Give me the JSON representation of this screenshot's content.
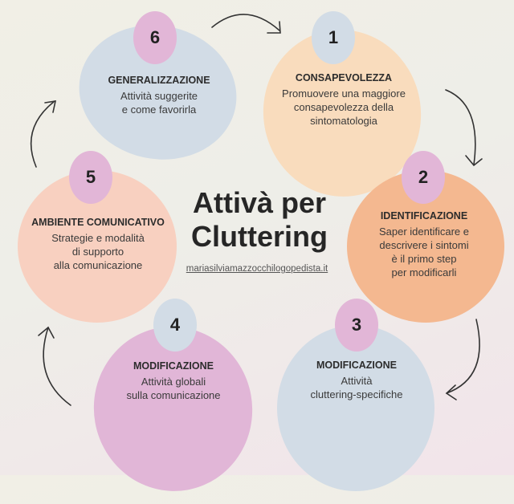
{
  "title": "Attivà per Cluttering",
  "link": "mariasilviamazzocchilogopedista.it",
  "colors": {
    "blue": "#d2dce6",
    "pink": "#e2b6d7",
    "peach": "#f9dcbd",
    "orange": "#f4b890",
    "salmon": "#f8d0c0"
  },
  "steps": [
    {
      "number": "1",
      "title": "CONSAPEVOLEZZA",
      "lines": [
        "Promuovere una maggiore",
        "consapevolezza della",
        "sintomatologia"
      ]
    },
    {
      "number": "2",
      "title": "IDENTIFICAZIONE",
      "lines": [
        "Saper identificare e",
        "descrivere i sintomi",
        "è il primo step",
        "per modificarli"
      ]
    },
    {
      "number": "3",
      "title": "MODIFICAZIONE",
      "lines": [
        "Attività",
        "cluttering-specifiche"
      ]
    },
    {
      "number": "4",
      "title": "MODIFICAZIONE",
      "lines": [
        "Attività globali",
        "sulla comunicazione"
      ]
    },
    {
      "number": "5",
      "title": "AMBIENTE COMUNICATIVO",
      "lines": [
        "Strategie e modalità",
        "di supporto",
        "alla comunicazione"
      ]
    },
    {
      "number": "6",
      "title": "GENERALIZZAZIONE",
      "lines": [
        "Attività suggerite",
        "e come favorirla"
      ]
    }
  ]
}
